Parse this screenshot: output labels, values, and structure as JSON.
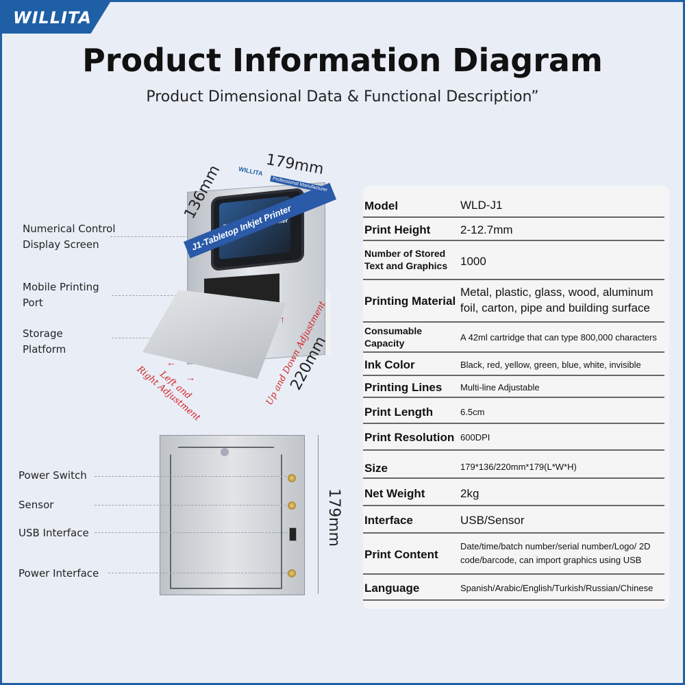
{
  "brand": "WILLITA",
  "title": "Product Information Diagram",
  "subtitle": "Product Dimensional Data & Functional Description”",
  "dimensions": {
    "width": "179mm",
    "depth": "136mm",
    "length": "220mm",
    "height": "179mm",
    "up_down": "Up and Down Adjustment",
    "left_right_1": "Left and",
    "left_right_2": "Right Adjustment"
  },
  "printer_labels": {
    "screen_title": "Tabletop Inkjet Printer",
    "stripe": "J1-Tabletop Inkjet Printer",
    "logo": "WILLITA",
    "tag": "Professional Manufacturer"
  },
  "callouts_top": [
    {
      "line1": "Numerical Control",
      "line2": "Display Screen"
    },
    {
      "line1": "Mobile Printing",
      "line2": "Port"
    },
    {
      "line1": "Storage",
      "line2": "Platform"
    }
  ],
  "callouts_bottom": [
    "Power Switch",
    "Sensor",
    "USB Interface",
    "Power Interface"
  ],
  "specs": [
    {
      "key": "Model",
      "value": "WLD-J1"
    },
    {
      "key": "Print Height",
      "value": "2-12.7mm"
    },
    {
      "key": "Number of Stored Text and Graphics",
      "value": "1000"
    },
    {
      "key": "Printing Material",
      "value": "Metal, plastic, glass, wood, aluminum foil, carton, pipe and building surface"
    },
    {
      "key": "Consumable Capacity",
      "value": "A 42ml cartridge that can type 800,000 characters"
    },
    {
      "key": "Ink Color",
      "value": "Black, red, yellow, green, blue, white, invisible"
    },
    {
      "key": "Printing Lines",
      "value": "Multi-line Adjustable"
    },
    {
      "key": "Print Length",
      "value": "6.5cm"
    },
    {
      "key": "Print Resolution",
      "value": "600DPI"
    },
    {
      "key": "Size",
      "value": "179*136/220mm*179(L*W*H)"
    },
    {
      "key": "Net Weight",
      "value": "2kg"
    },
    {
      "key": "Interface",
      "value": "USB/Sensor"
    },
    {
      "key": "Print Content",
      "value": "Date/time/batch number/serial number/Logo/ 2D code/barcode, can import graphics using USB"
    },
    {
      "key": "Language",
      "value": "Spanish/Arabic/English/Turkish/Russian/Chinese"
    }
  ]
}
